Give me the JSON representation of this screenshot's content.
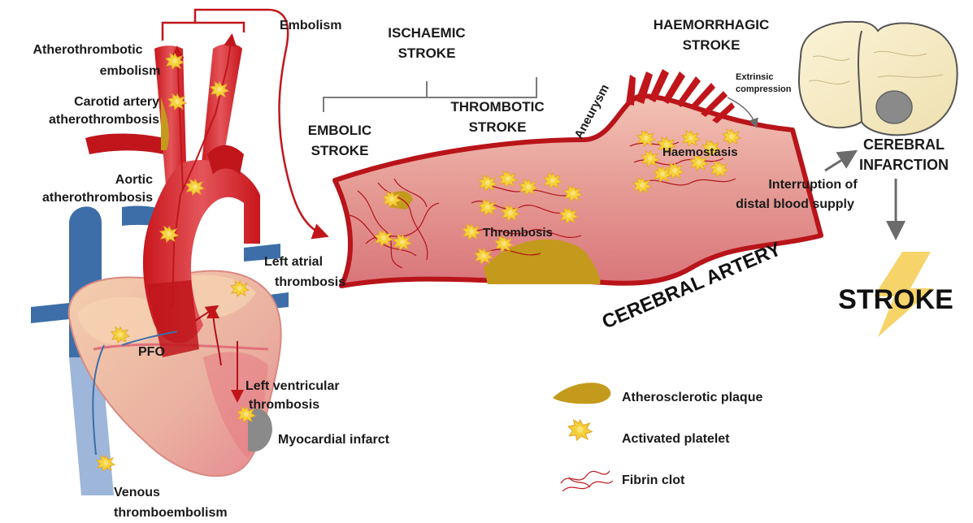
{
  "labels": {
    "atherothrombotic_embolism": [
      "Atherothrombotic",
      "embolism"
    ],
    "carotid": [
      "Carotid artery",
      "atherothrombosis"
    ],
    "aortic": [
      "Aortic",
      "atherothrombosis"
    ],
    "left_atrial": [
      "Left atrial",
      "thrombosis"
    ],
    "pfo": "PFO",
    "left_ventricular": [
      "Left ventricular",
      "thrombosis"
    ],
    "myocardial": "Myocardial infarct",
    "venous": [
      "Venous",
      "thromboembolism"
    ],
    "embolism": "Embolism",
    "ischaemic": [
      "ISCHAEMIC",
      "STROKE"
    ],
    "embolic": [
      "EMBOLIC",
      "STROKE"
    ],
    "thrombotic": [
      "THROMBOTIC",
      "STROKE"
    ],
    "haemorrhagic": [
      "HAEMORRHAGIC",
      "STROKE"
    ],
    "aneurysm": "Aneurysm",
    "extrinsic": [
      "Extrinsic",
      "compression"
    ],
    "haemostasis": "Haemostasis",
    "thrombosis": "Thrombosis",
    "interruption": [
      "Interruption of",
      "distal blood supply"
    ],
    "cerebral_infarction": [
      "CEREBRAL",
      "INFARCTION"
    ],
    "cerebral_artery": "CEREBRAL ARTERY",
    "stroke": "STROKE"
  },
  "legend": {
    "plaque": "Atherosclerotic plaque",
    "platelet": "Activated platelet",
    "fibrin": "Fibrin clot"
  },
  "colors": {
    "artery_red": "#c0161b",
    "artery_pink": "#e99a9b",
    "vessel_blue": "#3d6ea8",
    "plaque_gold": "#c39a1c",
    "platelet_yellow": "#f5d23b",
    "arrow_gray": "#6b6b6b",
    "lightning": "#f6d46a"
  }
}
